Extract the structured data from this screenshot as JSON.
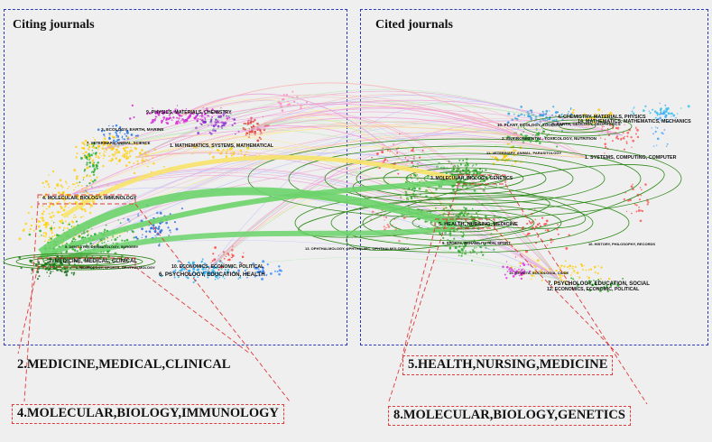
{
  "panels": {
    "citing_title": "Citing journals",
    "cited_title": "Cited journals"
  },
  "left_clusters": [
    {
      "id": "l9",
      "label": "9. PHYSICS, MATERIALS, CHEMISTRY"
    },
    {
      "id": "l3",
      "label": "3. ECOLOGY, EARTH, MARINE"
    },
    {
      "id": "l7",
      "label": "7. VETERINARY, ANIMAL, SCIENCE"
    },
    {
      "id": "l1",
      "label": "1. MATHEMATICS, SYSTEMS, MATHEMATICAL"
    },
    {
      "id": "l4",
      "label": "4. MOLECULAR, BIOLOGY, IMMUNOLOGY"
    },
    {
      "id": "l5",
      "label": "5. DENTISTRY, DERMATOLOGY, SURGERY"
    },
    {
      "id": "l2",
      "label": "2. MEDICINE, MEDICAL, CLINICAL"
    },
    {
      "id": "l8",
      "label": "8. NEUROLOGY, SPORTS, OPHTHALMOLOGY"
    },
    {
      "id": "l10",
      "label": "10. ECONOMICS, ECONOMIC, POLITICAL"
    },
    {
      "id": "l6",
      "label": "6. PSYCHOLOGY, EDUCATION, HEALTH"
    }
  ],
  "right_clusters": [
    {
      "id": "r4",
      "label": "4. CHEMISTRY, MATERIALS, PHYSICS"
    },
    {
      "id": "r14",
      "label": "14. MATHEMATICS, MATHEMATICS, MECHANICS"
    },
    {
      "id": "r10",
      "label": "10. PLANT, ECOLOGY, ZOOLOGY"
    },
    {
      "id": "r6",
      "label": "6. EARTH, GEOLOGY, GEOPHYSICS"
    },
    {
      "id": "r2",
      "label": "2. ENVIRONMENTAL, TOXICOLOGY, NUTRITION"
    },
    {
      "id": "r11",
      "label": "11. VETERINARY, ANIMAL, PARASITOLOGY"
    },
    {
      "id": "r3",
      "label": "3. MOLECULAR, BIOLOGY, GENETICS"
    },
    {
      "id": "r1",
      "label": "1. SYSTEMS, COMPUTING, COMPUTER"
    },
    {
      "id": "r5",
      "label": "5. HEALTH, NURSING, MEDICINE"
    },
    {
      "id": "r9",
      "label": "9. SPORTS, REHABILITATION, SPORT"
    },
    {
      "id": "r13",
      "label": "13. OPHTHALMOLOGY, OPHTHALMIC, OPHTHALMOLOGICA"
    },
    {
      "id": "r16",
      "label": "16. HISTORY, PHILOSOPHY, RECORDS"
    },
    {
      "id": "r15",
      "label": "15. REVISTA, SOCIOLOGIA, CIUDE"
    },
    {
      "id": "r7",
      "label": "7. PSYCHOLOGY, EDUCATION, SOCIAL"
    },
    {
      "id": "r12",
      "label": "12. ECONOMICS, ECONOMIC, POLITICAL"
    }
  ],
  "callouts": {
    "left_top": "2.MEDICINE,MEDICAL,CLINICAL",
    "left_bottom": "4.MOLECULAR,BIOLOGY,IMMUNOLOGY",
    "right_top": "5.HEALTH,NURSING,MEDICINE",
    "right_bottom": "8.MOLECULAR,BIOLOGY,GENETICS"
  },
  "colors": {
    "panel_border": "#2a3bb5",
    "callout_border": "#e03a3a",
    "main_link_green": "#6bd36b",
    "main_link_yellow": "#f7e36a",
    "ellipse_green": "#2f8a1a"
  }
}
